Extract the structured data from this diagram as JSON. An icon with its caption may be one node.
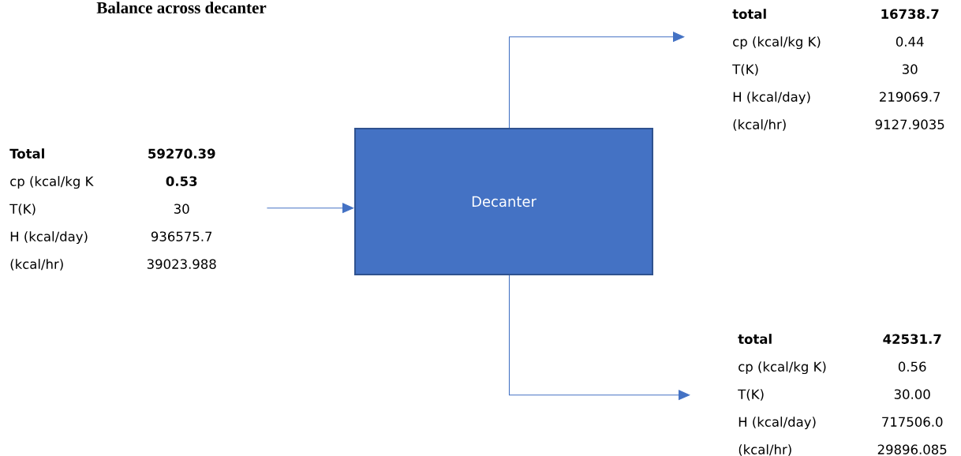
{
  "diagram": {
    "title": "Balance across decanter",
    "nodes": [
      {
        "text": [
          "Total",
          "59270.39",
          "cp (kcal/kg K",
          "**0.53**",
          "T(K)",
          "30",
          "H (kcal/day)",
          "936575.7",
          "(kcal/hr)",
          "39023.988"
        ]
      },
      {
        "text": [
          "Decanter"
        ]
      },
      {
        "text": [
          "total",
          "16738.7",
          "cp (kcal/kg K)",
          "0.44",
          "T(K)",
          "30",
          "H (kcal/day)",
          "219069.7",
          "(kcal/hr)",
          "9127.9035"
        ]
      },
      {
        "text": [
          "total",
          "42531.7",
          "cp (kcal/kg K)",
          "0.56",
          "T(K)",
          "30.00",
          "H (kcal/day)",
          "717506.0",
          "(kcal/hr)",
          "29896.085"
        ]
      }
    ],
    "edges": [
      {
        "from": 0,
        "to": 1,
        "arrow": "to"
      },
      {
        "from": 1,
        "to": 2,
        "arrow": "to"
      },
      {
        "from": 1,
        "to": 3,
        "arrow": "to"
      }
    ]
  }
}
